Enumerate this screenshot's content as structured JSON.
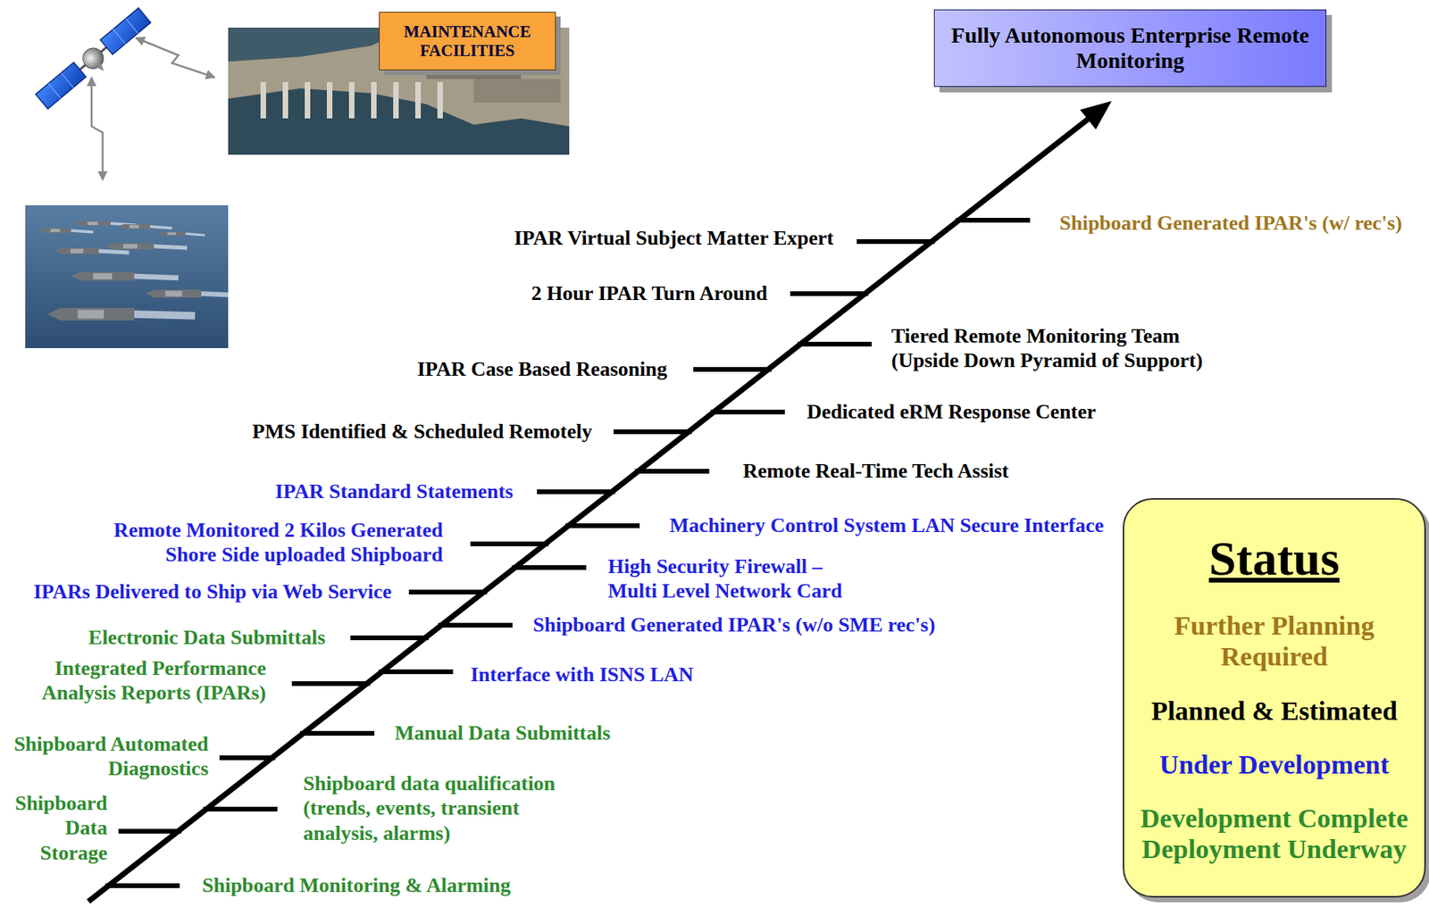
{
  "diagram": {
    "nodes": [
      {
        "text": [
          "MAINTENANCE FACILITIES"
        ]
      },
      {
        "text": [
          "Fully Autonomous Enterprise Remote Monitoring"
        ]
      },
      {
        "text": [
          "Status"
        ]
      }
    ],
    "labels": [
      "Shipboard Generated IPAR's (w/ rec's)",
      "IPAR Virtual Subject Matter Expert",
      "2 Hour IPAR Turn Around",
      "Tiered Remote Monitoring Team (Upside Down Pyramid of Support)",
      "IPAR Case Based Reasoning",
      "Dedicated eRM Response Center",
      "PMS Identified & Scheduled Remotely",
      "Remote Real-Time Tech Assist",
      "IPAR Standard Statements",
      "Machinery Control System LAN Secure Interface",
      "Remote Monitored 2 Kilos Generated Shore Side uploaded Shipboard",
      "High Security Firewall – Multi Level Network Card",
      "IPARs Delivered to Ship via Web Service",
      "Shipboard Generated IPAR's (w/o SME rec's)",
      "Electronic Data Submittals",
      "Interface with ISNS LAN",
      "Integrated Performance Analysis Reports (IPARs)",
      "Manual Data Submittals",
      "Shipboard Automated Diagnostics",
      "Shipboard data qualification (trends, events, transient analysis, alarms)",
      "Shipboard Data Storage",
      "Shipboard Monitoring & Alarming"
    ],
    "legend": [
      {
        "text": "Further Planning Required",
        "color": "#a0761c"
      },
      {
        "text": "Planned & Estimated",
        "color": "#000000"
      },
      {
        "text": "Under Development",
        "color": "#1f1fe0"
      },
      {
        "text": "Development Complete Deployment Underway",
        "color": "#2e8b2e"
      }
    ]
  }
}
